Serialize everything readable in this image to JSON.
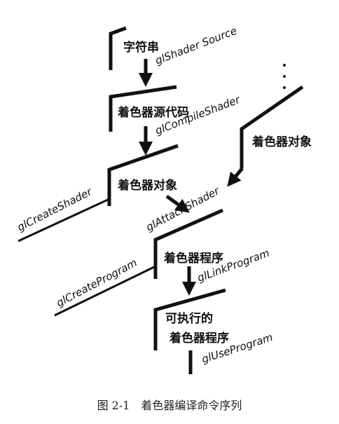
{
  "nodes": {
    "string": "字符串",
    "shader_source": "着色器源代码",
    "shader_object": "着色器对象",
    "shader_object_other": "着色器对象",
    "shader_program": "着色器程序",
    "executable_line1": "可执行的",
    "executable_line2": "着色器程序"
  },
  "calls": {
    "shader_source": "glShader Source",
    "compile_shader": "glCompileShader",
    "create_shader": "glCreateShader",
    "attach_shader": "glAttachShader",
    "create_program": "glCreateProgram",
    "link_program": "glLinkProgram",
    "use_program": "glUseProgram"
  },
  "ellipsis": "· · ·",
  "caption": "图 2-1　着色器编译命令序列"
}
